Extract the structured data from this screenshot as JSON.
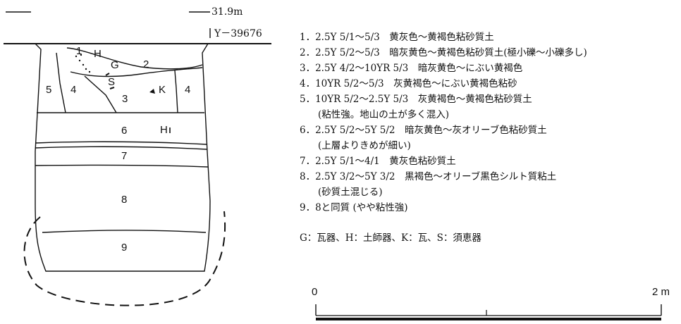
{
  "elevation_label": "31.9m",
  "grid_label": "Y－39676",
  "section_labels": {
    "l1": "1",
    "l2": "2",
    "l3": "3",
    "l4a": "4",
    "l4b": "4",
    "l5": "5",
    "l6": "6",
    "l7": "7",
    "l8": "8",
    "l9": "9",
    "g": "G",
    "h1": "H",
    "h2": "H",
    "k": "K",
    "s": "S"
  },
  "legend": [
    {
      "text": "1．2.5Y 5/1～5/3　黄灰色～黄褐色粘砂質土"
    },
    {
      "text": "2．2.5Y 5/2～5/3　暗灰黄色～黄褐色粘砂質土(極小礫～小礫多し)"
    },
    {
      "text": "3．2.5Y 4/2～10YR 5/3　暗灰黄色～にぶい黄褐色"
    },
    {
      "text": "4．10YR 5/2～5/3　灰黄褐色～にぶい黄褐色粘砂"
    },
    {
      "text": "5．10YR 5/2～2.5Y 5/3　灰黄褐色～黄褐色粘砂質土",
      "note": "(粘性強。地山の土が多く混入)"
    },
    {
      "text": "6．2.5Y 5/2～5Y 5/2　暗灰黄色～灰オリーブ色粘砂質土",
      "note": "(上層よりきめが細い)"
    },
    {
      "text": "7．2.5Y 5/1～4/1　黄灰色粘砂質土"
    },
    {
      "text": "8．2.5Y 3/2～5Y 3/2　黒褐色～オリーブ黒色シルト質粘土",
      "note": "(砂質土混じる)"
    },
    {
      "text": "9．8と同質 (やや粘性強)"
    }
  ],
  "finds_key": "G：瓦器、H：土師器、K：瓦、S：須恵器",
  "scale": {
    "start": "0",
    "end": "2 m"
  }
}
